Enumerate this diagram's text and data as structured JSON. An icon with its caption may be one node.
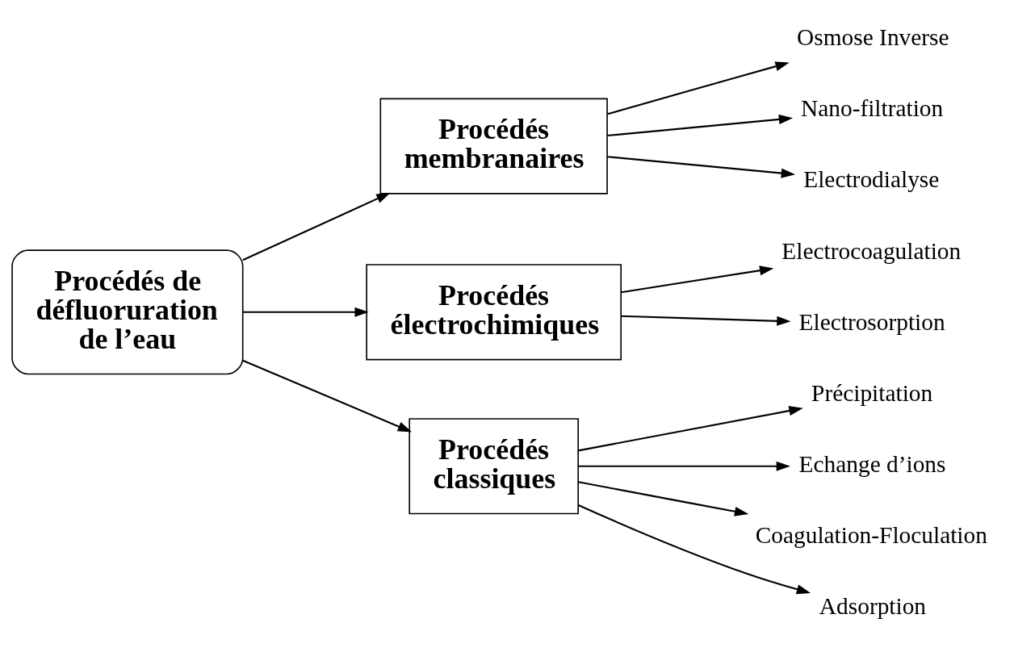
{
  "diagram": {
    "nodes": [
      {
        "text": [
          "Procédés de défluoruration de l’eau"
        ]
      },
      {
        "text": [
          "Procédés membranaires"
        ]
      },
      {
        "text": [
          "Procédés électrochimiques"
        ]
      },
      {
        "text": [
          "Procédés classiques"
        ]
      },
      {
        "text": [
          "Osmose Inverse"
        ]
      },
      {
        "text": [
          "Nano-filtration"
        ]
      },
      {
        "text": [
          "Electrodialyse"
        ]
      },
      {
        "text": [
          "Electrocoagulation"
        ]
      },
      {
        "text": [
          "Electrosorption"
        ]
      },
      {
        "text": [
          "Précipitation"
        ]
      },
      {
        "text": [
          "Echange d’ions"
        ]
      },
      {
        "text": [
          "Coagulation-Floculation"
        ]
      },
      {
        "text": [
          "Adsorption"
        ]
      }
    ],
    "edges": [
      {
        "from": 0,
        "to": 1,
        "arrow": "to"
      },
      {
        "from": 0,
        "to": 2,
        "arrow": "to"
      },
      {
        "from": 0,
        "to": 3,
        "arrow": "to"
      },
      {
        "from": 1,
        "to": 4,
        "arrow": "to"
      },
      {
        "from": 1,
        "to": 5,
        "arrow": "to"
      },
      {
        "from": 1,
        "to": 6,
        "arrow": "to"
      },
      {
        "from": 2,
        "to": 7,
        "arrow": "to"
      },
      {
        "from": 2,
        "to": 8,
        "arrow": "to"
      },
      {
        "from": 3,
        "to": 9,
        "arrow": "to"
      },
      {
        "from": 3,
        "to": 10,
        "arrow": "to"
      },
      {
        "from": 3,
        "to": 11,
        "arrow": "to"
      },
      {
        "from": 3,
        "to": 12,
        "arrow": "to"
      }
    ]
  }
}
